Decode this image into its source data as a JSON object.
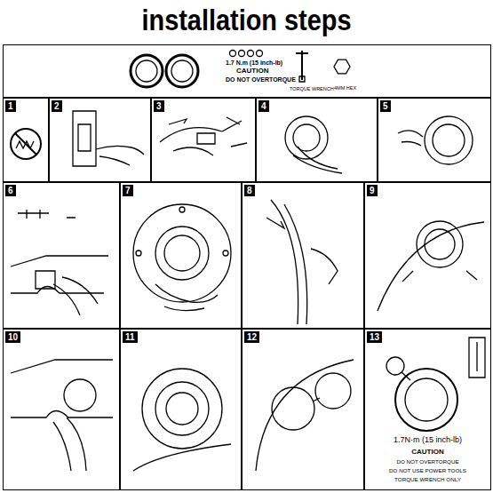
{
  "diagram": {
    "title": "installation steps",
    "nodes": [
      {
        "text": [
          "1.7 N.m (15 inch-lb)",
          "CAUTION",
          "DO NOT OVERTORQUE",
          "TORQUE WRENCH",
          "4MM HEX"
        ]
      },
      {
        "text": [
          "1"
        ]
      },
      {
        "text": [
          "2"
        ]
      },
      {
        "text": [
          "3"
        ]
      },
      {
        "text": [
          "4"
        ]
      },
      {
        "text": [
          "5"
        ]
      },
      {
        "text": [
          "6"
        ]
      },
      {
        "text": [
          "7"
        ]
      },
      {
        "text": [
          "8"
        ]
      },
      {
        "text": [
          "9"
        ]
      },
      {
        "text": [
          "10"
        ]
      },
      {
        "text": [
          "11"
        ]
      },
      {
        "text": [
          "12"
        ]
      },
      {
        "text": [
          "13",
          "1.7N·m (15 inch-lb)",
          "CAUTION",
          "DO NOT OVERTORQUE",
          "DO NOT USE POWER TOOLS",
          "TORQUE WRENCH ONLY"
        ]
      }
    ]
  }
}
